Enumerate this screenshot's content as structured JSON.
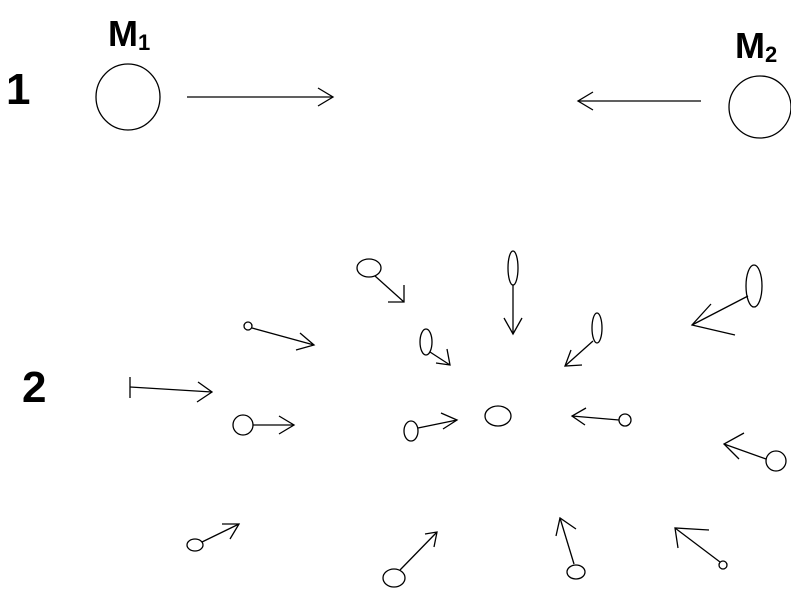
{
  "panel1": {
    "number": "1",
    "mass1": {
      "letter": "M",
      "sub": "1"
    },
    "mass2": {
      "letter": "M",
      "sub": "2"
    }
  },
  "panel2": {
    "number": "2"
  }
}
